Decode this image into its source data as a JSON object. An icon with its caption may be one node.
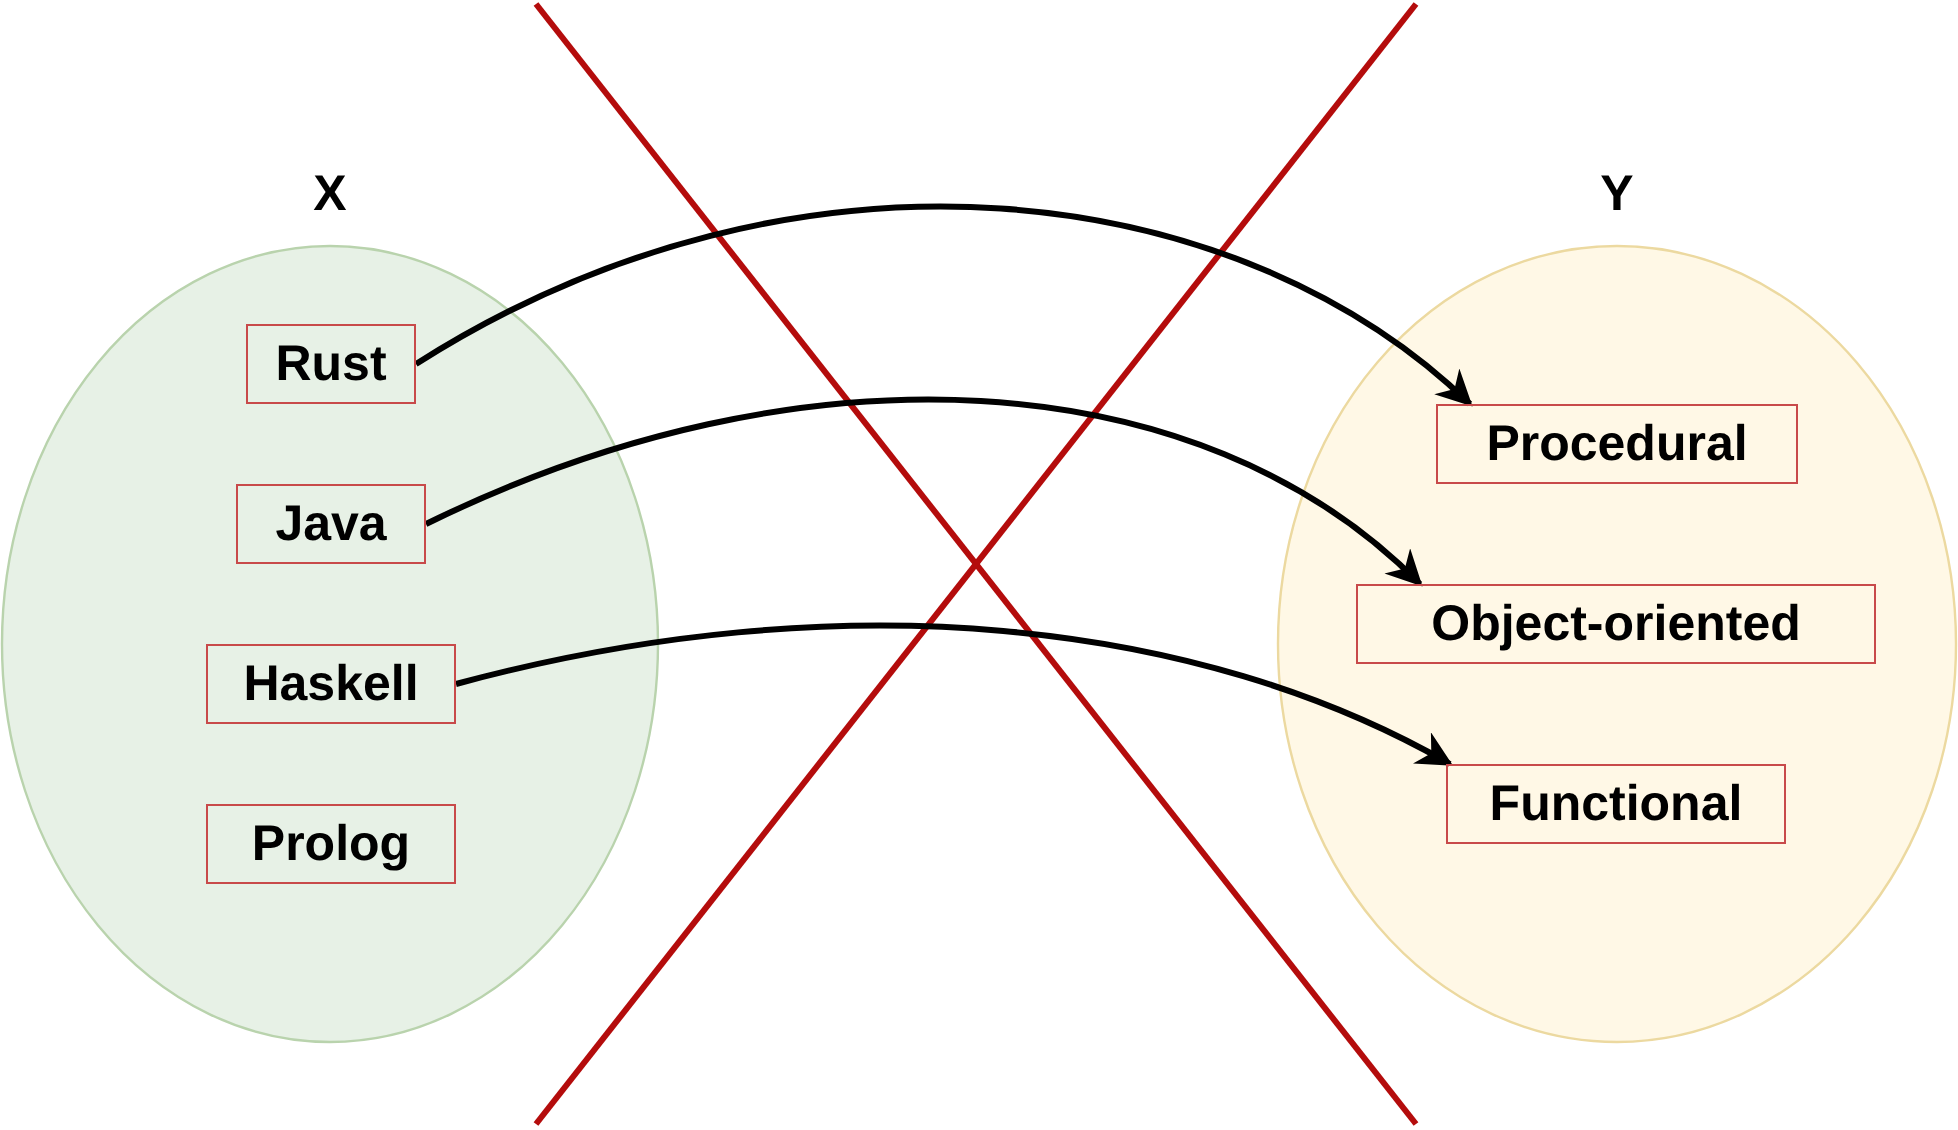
{
  "diagram": {
    "nodes": [
      {
        "text": [
          "X"
        ]
      },
      {
        "text": [
          "Rust"
        ],
        "in": 0
      },
      {
        "text": [
          "Java"
        ],
        "in": 0
      },
      {
        "text": [
          "Haskell"
        ],
        "in": 0
      },
      {
        "text": [
          "Prolog"
        ],
        "in": 0
      },
      {
        "text": [
          "Y"
        ]
      },
      {
        "text": [
          "Procedural"
        ],
        "in": 5
      },
      {
        "text": [
          "Object-oriented"
        ],
        "in": 5
      },
      {
        "text": [
          "Functional"
        ],
        "in": 5
      }
    ],
    "edges": [
      {
        "from": 1,
        "to": 6,
        "arrow": "to"
      },
      {
        "from": 2,
        "to": 7,
        "arrow": "to"
      },
      {
        "from": 3,
        "to": 8,
        "arrow": "to"
      }
    ]
  }
}
